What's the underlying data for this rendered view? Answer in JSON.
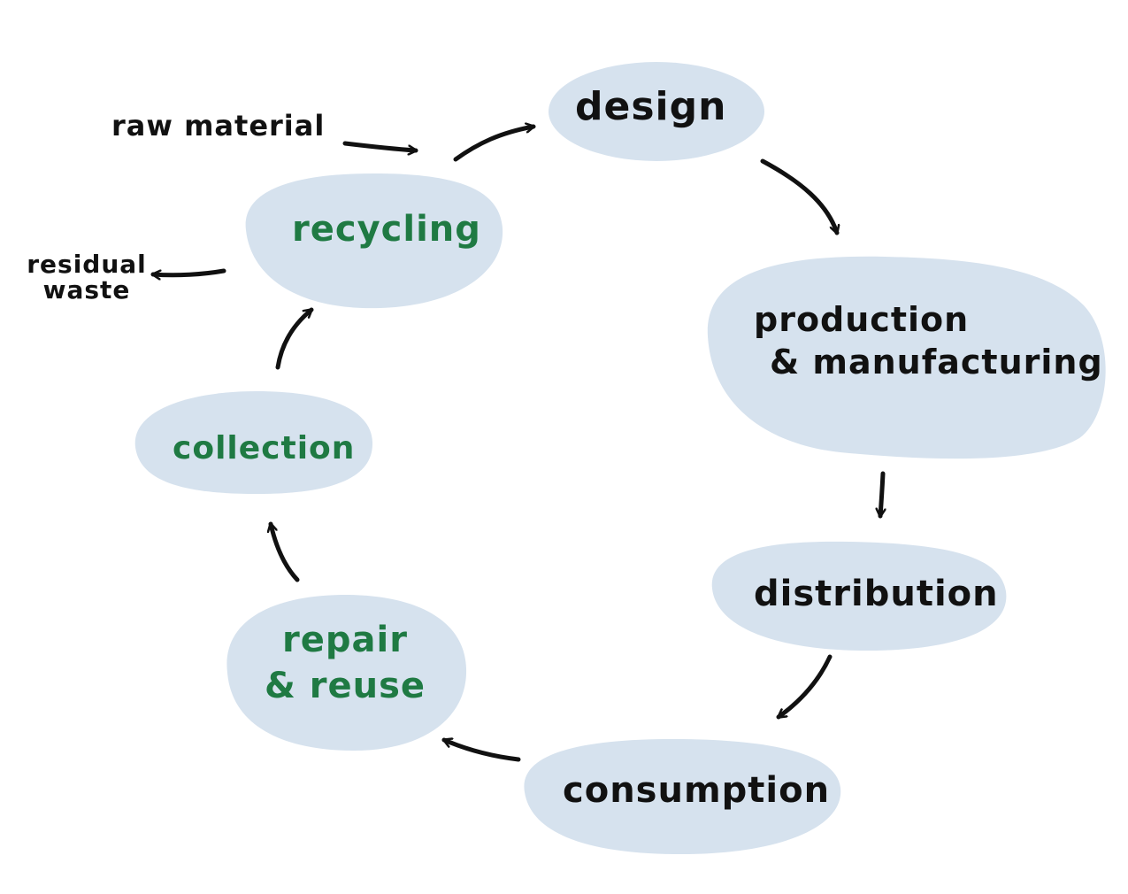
{
  "colors": {
    "node_fill": "#d6e2ee",
    "arrow": "#111111",
    "text_dark": "#111111",
    "text_green": "#1f7a43"
  },
  "nodes": {
    "design": "design",
    "production_line1": "production",
    "production_line2": "& manufacturing",
    "distribution": "distribution",
    "consumption": "consumption",
    "repair_line1": "repair",
    "repair_line2": "& reuse",
    "collection": "collection",
    "recycling": "recycling"
  },
  "inputs": {
    "raw_material": "raw material"
  },
  "outputs": {
    "residual_waste_line1": "residual",
    "residual_waste_line2": "waste"
  }
}
